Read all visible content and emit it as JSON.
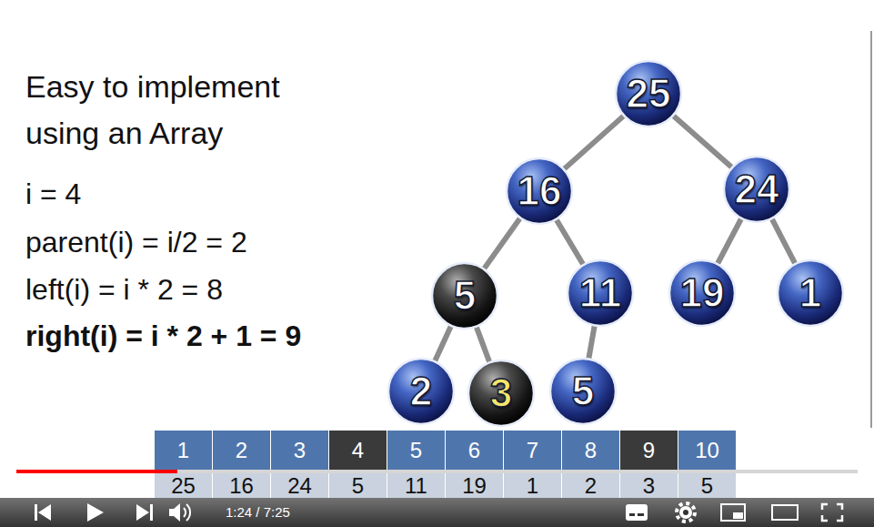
{
  "diagram": {
    "title": "Easy to implement using an Array",
    "nodes": [
      {
        "text": [
          "25"
        ]
      },
      {
        "text": [
          "16"
        ]
      },
      {
        "text": [
          "24"
        ]
      },
      {
        "text": [
          "5"
        ]
      },
      {
        "text": [
          "11"
        ]
      },
      {
        "text": [
          "19"
        ]
      },
      {
        "text": [
          "1"
        ]
      },
      {
        "text": [
          "2"
        ]
      },
      {
        "text": [
          "3"
        ]
      },
      {
        "text": [
          "5"
        ]
      }
    ],
    "edges": [
      {
        "from": 0,
        "to": 1,
        "arrow": "none"
      },
      {
        "from": 0,
        "to": 2,
        "arrow": "none"
      },
      {
        "from": 1,
        "to": 3,
        "arrow": "none"
      },
      {
        "from": 1,
        "to": 4,
        "arrow": "none"
      },
      {
        "from": 2,
        "to": 5,
        "arrow": "none"
      },
      {
        "from": 2,
        "to": 6,
        "arrow": "none"
      },
      {
        "from": 3,
        "to": 7,
        "arrow": "none"
      },
      {
        "from": 3,
        "to": 8,
        "arrow": "none"
      },
      {
        "from": 4,
        "to": 9,
        "arrow": "none"
      }
    ],
    "labels": [
      "i = 4",
      "parent(i) = i/2 = 2",
      "left(i) = i * 2 = 8",
      "right(i) = i * 2 + 1 = 9",
      "1",
      "2",
      "3",
      "4",
      "5",
      "6",
      "7",
      "8",
      "9",
      "10",
      "25",
      "16",
      "24",
      "5",
      "11",
      "19",
      "1",
      "2",
      "3",
      "5",
      "1:24 / 7:25"
    ]
  }
}
